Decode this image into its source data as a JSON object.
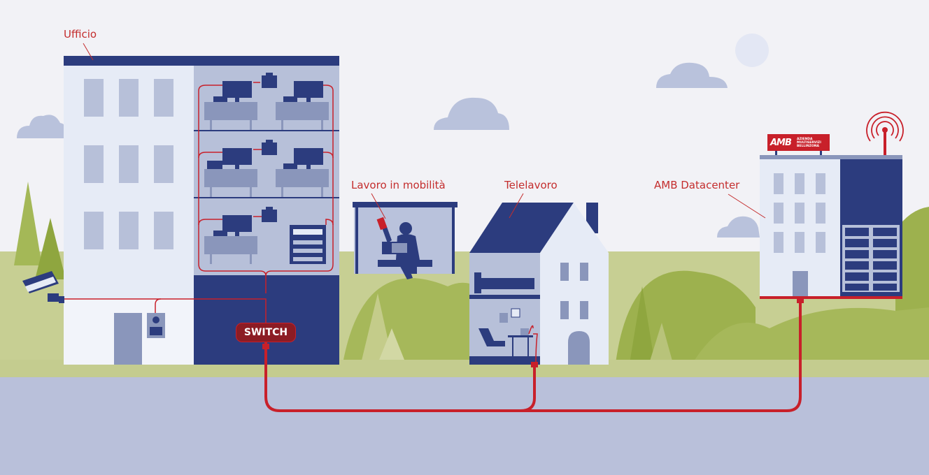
{
  "labels": {
    "office": "Ufficio",
    "mobile": "Lavoro in mobilità",
    "telework": "Telelavoro",
    "datacenter": "AMB Datacenter",
    "switch": "SWITCH"
  },
  "brand": {
    "logo": "AMB",
    "line1": "AZIENDA",
    "line2": "MULTISERVIZI",
    "line3": "BELLINZONA"
  },
  "colors": {
    "navy": "#2c3c7e",
    "red": "#c8202a",
    "dark_red": "#8c1c24",
    "label_red": "#c42d2d",
    "light_blue": "#e6ebf6",
    "gray_blue": "#b7c0d9",
    "ground": "#b9c0da",
    "green_dark": "#8ea842",
    "green_light": "#c9d08f"
  }
}
